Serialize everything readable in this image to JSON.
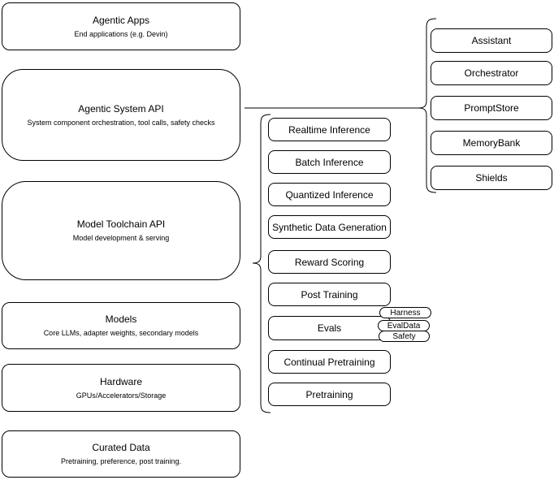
{
  "left_column": [
    {
      "title": "Agentic Apps",
      "subtitle": "End applications (e.g. Devin)"
    },
    {
      "title": "Agentic System API",
      "subtitle": "System component orchestration, tool calls, safety checks"
    },
    {
      "title": "Model Toolchain API",
      "subtitle": "Model development & serving"
    },
    {
      "title": "Models",
      "subtitle": "Core LLMs, adapter weights, secondary models"
    },
    {
      "title": "Hardware",
      "subtitle": "GPUs/Accelerators/Storage"
    },
    {
      "title": "Curated Data",
      "subtitle": "Pretraining, preference, post training."
    }
  ],
  "toolchain": {
    "items": [
      "Realtime Inference",
      "Batch Inference",
      "Quantized Inference",
      "Synthetic Data Generation",
      "Reward Scoring",
      "Post Training",
      "Evals",
      "Continual Pretraining",
      "Pretraining"
    ]
  },
  "components": {
    "items": [
      "Assistant",
      "Orchestrator",
      "PromptStore",
      "MemoryBank",
      "Shields"
    ]
  },
  "eval_tags": {
    "items": [
      "Harness",
      "EvalData",
      "Safety"
    ]
  },
  "colors": {
    "stroke": "#000000",
    "fill": "#ffffff",
    "text": "#000000"
  }
}
